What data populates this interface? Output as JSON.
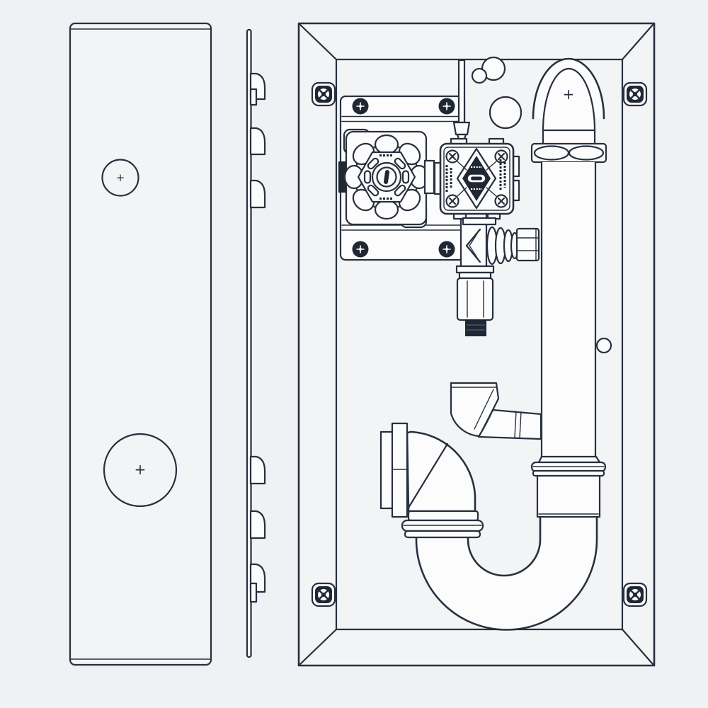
{
  "drawing": {
    "type": "technical-line-drawing",
    "subject": "Recessed wall plumbing box assembly with shut-off valve, supply riser and P-trap drain; cover plate shown in front view and side view",
    "plus_mark": "+",
    "colors": {
      "background": "#f0f1f4",
      "line": "#27303d",
      "part_fill": "#fcfcfd",
      "dark_fill": "#1f2733"
    },
    "views": [
      {
        "id": "cover-plate-front",
        "features": [
          "upper access hole with center mark",
          "lower access hole with center mark"
        ]
      },
      {
        "id": "cover-plate-side",
        "features": [
          "thin plate profile",
          "six snap-in mounting clips",
          "two clip latch notches"
        ]
      },
      {
        "id": "box-assembly-front",
        "features": [
          "beveled box frame",
          "four corner fastener screws",
          "back panel knockout holes",
          "mounting bracket with four screws",
          "eight-lobe valve handwheel",
          "valve body plate with diamond emblem",
          "compression outlet with hex nut",
          "threaded adapter with nipple",
          "supply riser pipe with coupling nut",
          "P-trap with slip nuts and waste arm"
        ]
      }
    ]
  }
}
